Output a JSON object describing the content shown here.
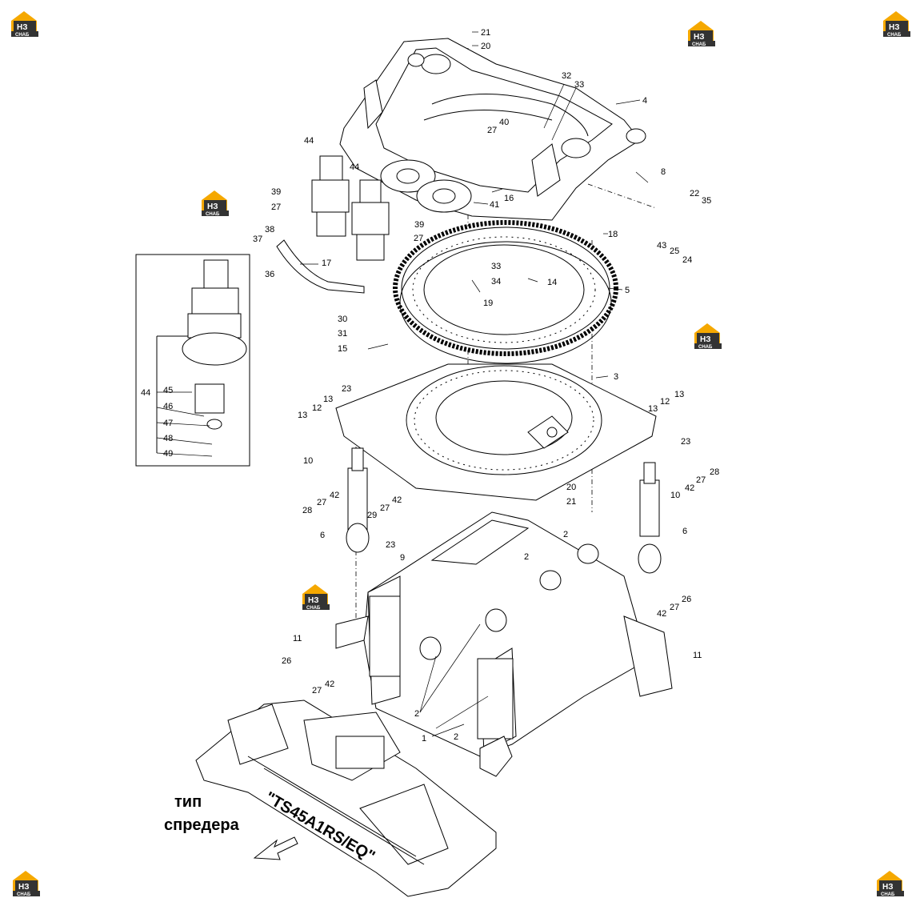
{
  "logo": {
    "letters": "НЗ",
    "sub": "СНАБ",
    "color_orange": "#f5a800",
    "color_dark": "#333333"
  },
  "caption": {
    "line1": "тип",
    "line2": "спредера",
    "model": "\"TS45A1RS/EQ\""
  },
  "labels": {
    "n1": "1",
    "n2": "2",
    "n3": "3",
    "n4": "4",
    "n5": "5",
    "n6": "6",
    "n8": "8",
    "n9": "9",
    "n10": "10",
    "n11": "11",
    "n12": "12",
    "n13": "13",
    "n14": "14",
    "n15": "15",
    "n16": "16",
    "n17": "17",
    "n18": "18",
    "n19": "19",
    "n20": "20",
    "n21": "21",
    "n22": "22",
    "n23": "23",
    "n24": "24",
    "n25": "25",
    "n26": "26",
    "n27": "27",
    "n28": "28",
    "n29": "29",
    "n30": "30",
    "n31": "31",
    "n32": "32",
    "n33": "33",
    "n34": "34",
    "n35": "35",
    "n36": "36",
    "n37": "37",
    "n38": "38",
    "n39": "39",
    "n40": "40",
    "n41": "41",
    "n42": "42",
    "n43": "43",
    "n44": "44",
    "n45": "45",
    "n46": "46",
    "n47": "47",
    "n48": "48",
    "n49": "49"
  }
}
